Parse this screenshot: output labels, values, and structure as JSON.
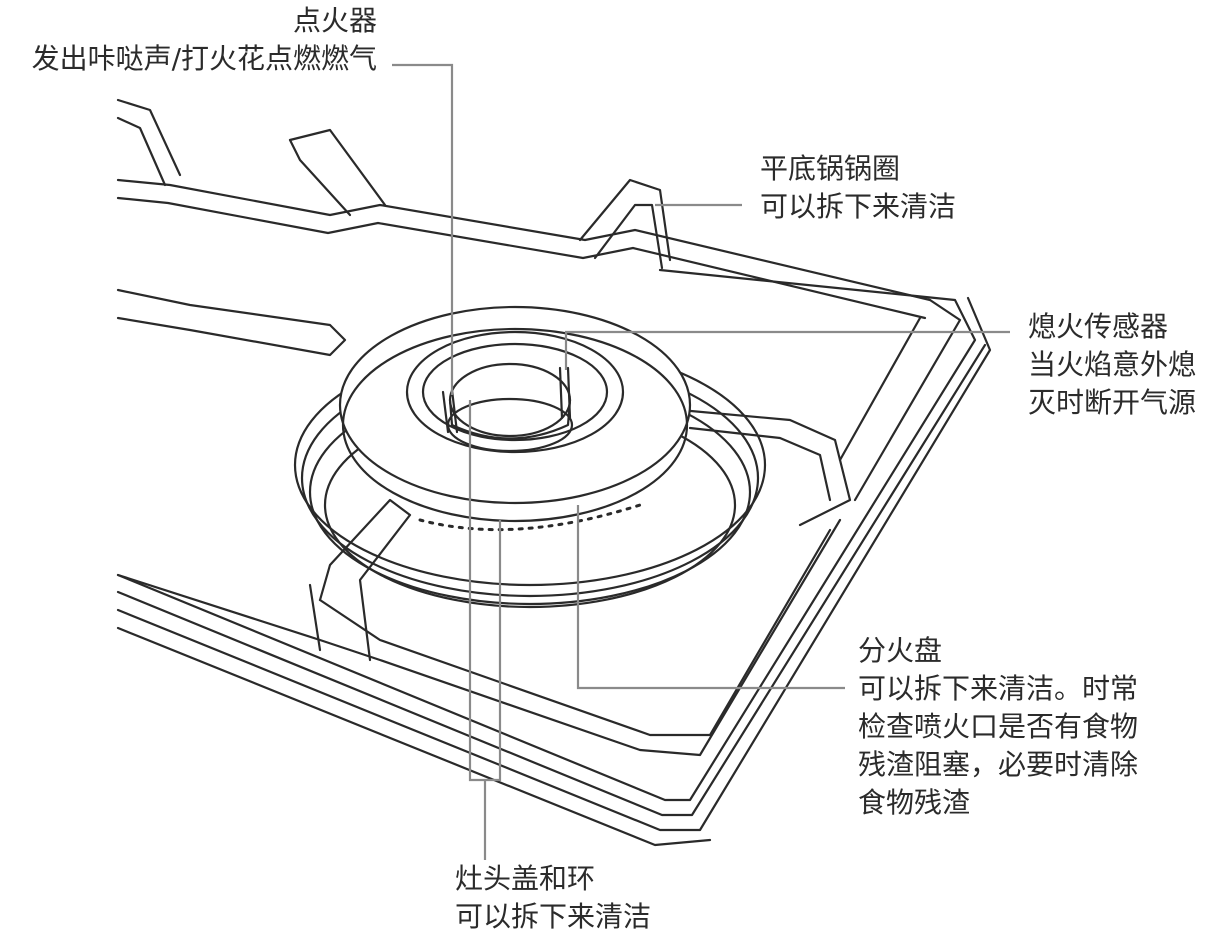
{
  "labels": {
    "igniter": {
      "title": "点火器",
      "desc": "发出咔哒声/打火花点燃燃气"
    },
    "pan_support": {
      "title": "平底锅锅圈",
      "desc": "可以拆下来清洁"
    },
    "flame_sensor": {
      "title": "熄火传感器",
      "desc_line1": "当火焰意外熄",
      "desc_line2": "灭时断开气源"
    },
    "burner_head": {
      "title": "分火盘",
      "desc_line1": "可以拆下来清洁。时常",
      "desc_line2": "检查喷火口是否有食物",
      "desc_line3": "残渣阻塞，必要时清除",
      "desc_line4": "食物残渣"
    },
    "burner_cap": {
      "title": "灶头盖和环",
      "desc": "可以拆下来清洁"
    }
  },
  "colors": {
    "line": "#2a2a2a",
    "leader": "#8a8a8a",
    "text": "#2b2b2b"
  }
}
